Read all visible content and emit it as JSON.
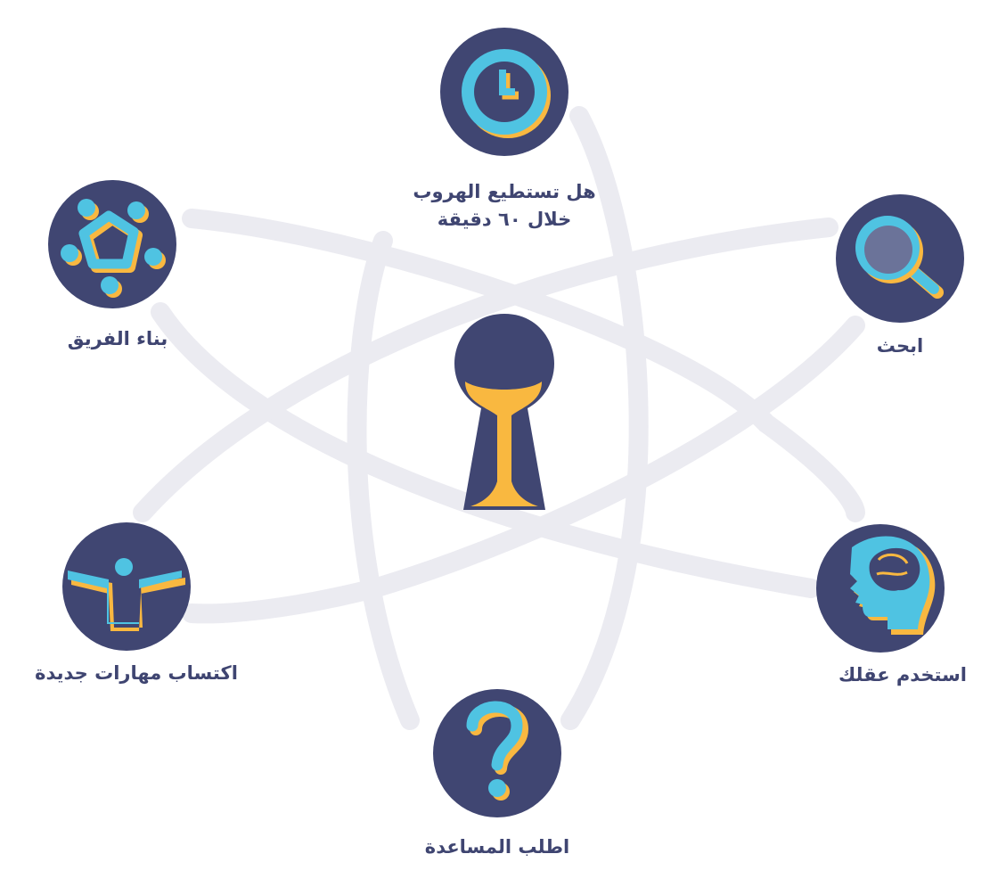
{
  "colors": {
    "navy": "#404672",
    "cyan": "#4fc3e2",
    "gold": "#f9b840",
    "orbit": "#ebebf1",
    "text": "#3f4571"
  },
  "nodes": {
    "top": {
      "icon": "clock-icon",
      "label_line1": "هل تستطيع الهروب",
      "label_line2": "خلال ٦٠ دقيقة"
    },
    "top_right": {
      "icon": "magnifier-icon",
      "label": "ابحث"
    },
    "bottom_right": {
      "icon": "brain-head-icon",
      "label": "استخدم عقلك"
    },
    "bottom": {
      "icon": "question-mark-icon",
      "label": "اطلب المساعدة"
    },
    "bottom_left": {
      "icon": "person-arms-open-icon",
      "label": "اكتساب مهارات جديدة"
    },
    "top_left": {
      "icon": "team-circle-icon",
      "label": "بناء الفريق"
    }
  },
  "center": {
    "icon": "keyhole-hourglass-icon"
  }
}
